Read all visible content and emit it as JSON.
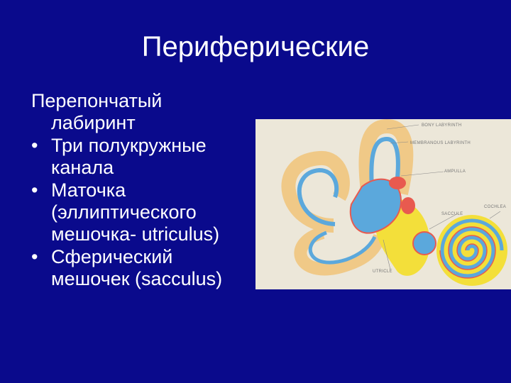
{
  "slide": {
    "title": "Периферические",
    "intro_line1": "Перепончатый",
    "intro_line2": "лабиринт",
    "bullets": [
      {
        "line1": "Три полукружные",
        "line2": "канала"
      },
      {
        "line1": "Маточка",
        "line2": "(эллиптического",
        "line3": "мешочка- utriculus)"
      },
      {
        "line1": "Сферический",
        "line2": "мешочек (sacculus)"
      }
    ],
    "bullet_glyph": "•"
  },
  "figure": {
    "labels": {
      "bony_labyrinth": "BONY LABYRINTH",
      "membranous_labyrinth": "MEMBRANOUS LABYRINTH",
      "ampulla": "AMPULLA",
      "saccule": "SACCULE",
      "cochlea": "COCHLEA",
      "utricle": "UTRICLE"
    }
  },
  "colors": {
    "background": "#0a0a8c",
    "text": "#ffffff",
    "figure_bg": "#ece7d9",
    "bony": "#f0c987",
    "membranous": "#5ba8dc",
    "fluid": "#f3df3a",
    "accent": "#e85a4f"
  }
}
